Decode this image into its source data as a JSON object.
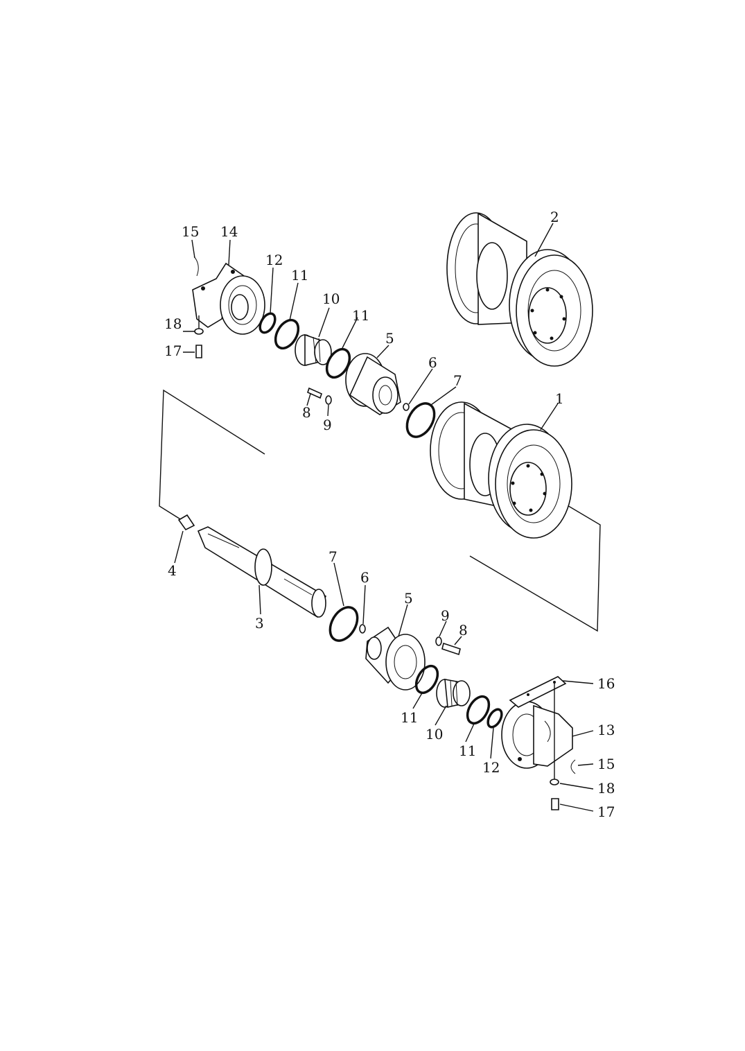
{
  "labels": {
    "l1": "1",
    "l2": "2",
    "l3": "3",
    "l4": "4",
    "l5a": "5",
    "l5b": "5",
    "l6a": "6",
    "l6b": "6",
    "l7a": "7",
    "l7b": "7",
    "l8a": "8",
    "l8b": "8",
    "l9a": "9",
    "l9b": "9",
    "l10a": "10",
    "l10b": "10",
    "l11a": "11",
    "l11b": "11",
    "l11c": "11",
    "l11d": "11",
    "l12a": "12",
    "l12b": "12",
    "l13": "13",
    "l14": "14",
    "l15a": "15",
    "l15b": "15",
    "l16": "16",
    "l17a": "17",
    "l17b": "17",
    "l18a": "18",
    "l18b": "18"
  }
}
